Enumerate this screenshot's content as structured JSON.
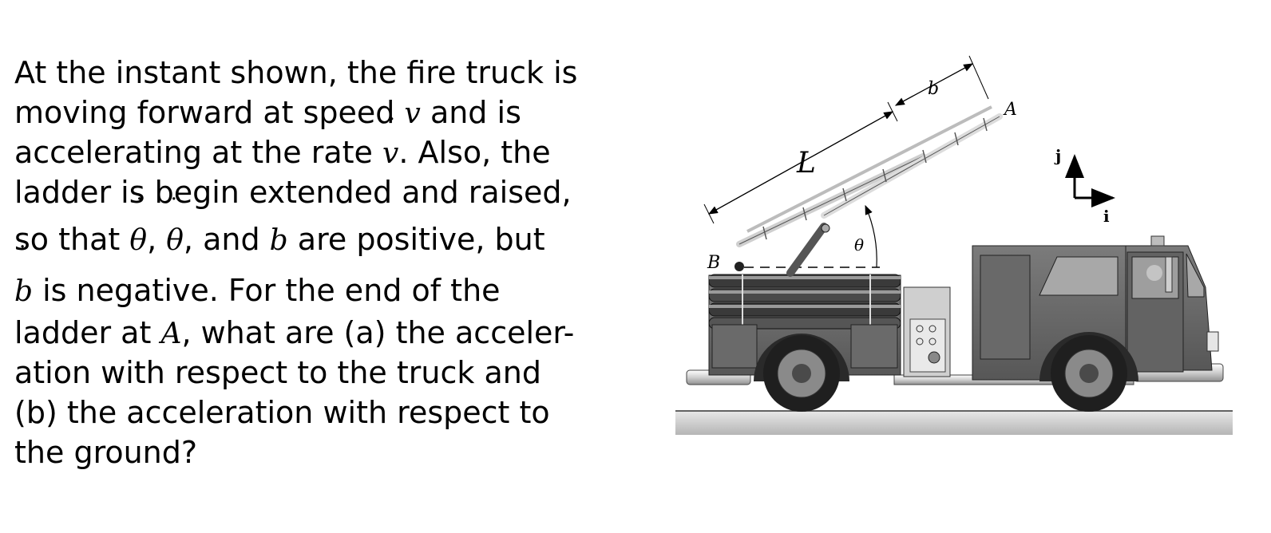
{
  "problem": {
    "line1": "At the instant shown, the fire truck is",
    "line2_a": "moving forward at speed ",
    "sym_v": "v",
    "line2_b": " and is",
    "line3_a": "accelerating at the rate ",
    "sym_vdot": "v",
    "line3_b": ".  Also, the",
    "line4": "ladder is begin extended and raised,",
    "line5_a": "so that ",
    "sym_theta": "θ",
    "comma1": ", ",
    "sym_theta2": "θ",
    "line5_b": ", and ",
    "sym_b": "b",
    "line5_c": " are positive, but",
    "sym_b2": "b",
    "line6": " is negative.  For the end of the",
    "line7_a": "ladder at ",
    "sym_A": "A",
    "line7_b": ", what are (a) the acceler-",
    "line8": "ation with respect to the truck and",
    "line9": "(b) the acceleration with respect to",
    "line10": "the ground?"
  },
  "figure": {
    "label_L": "L",
    "label_b": "b",
    "label_A": "A",
    "label_B": "B",
    "label_theta": "θ",
    "label_j": "j",
    "label_i": "i"
  },
  "colors": {
    "truck_body": "#6e6e6e",
    "truck_dark": "#3d3d3d",
    "ladder": "#d4d4d4",
    "ground": "#bfbfbf"
  }
}
